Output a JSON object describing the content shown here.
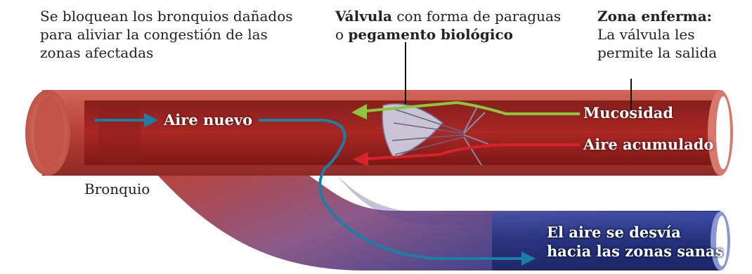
{
  "intro": {
    "line1": "Se bloquean los bronquios dañados",
    "line2": "para aliviar la congestión de las",
    "line3": "zonas afectadas"
  },
  "valve_caption": {
    "bold1": "Válvula",
    "rest1": " con forma de paraguas",
    "prefix2": "o ",
    "bold2": "pegamento biológico"
  },
  "zone_caption": {
    "title": "Zona enferma:",
    "line2": "La válvula les",
    "line3": "permite la salida"
  },
  "labels": {
    "fresh_air": "Aire nuevo",
    "mucus": "Mucosidad",
    "trapped_air": "Aire acumulado",
    "bronchus": "Bronquio",
    "diverted_line1": "El aire se desvía",
    "diverted_line2": "hacia las zonas sanas"
  },
  "colors": {
    "tube_red": "#b9433a",
    "tube_dark": "#8a1d1a",
    "tube_blue": "#2b3a8c",
    "arrow_blue": "#1a7fa6",
    "arrow_green": "#8cc63f",
    "arrow_red": "#d6232a"
  }
}
